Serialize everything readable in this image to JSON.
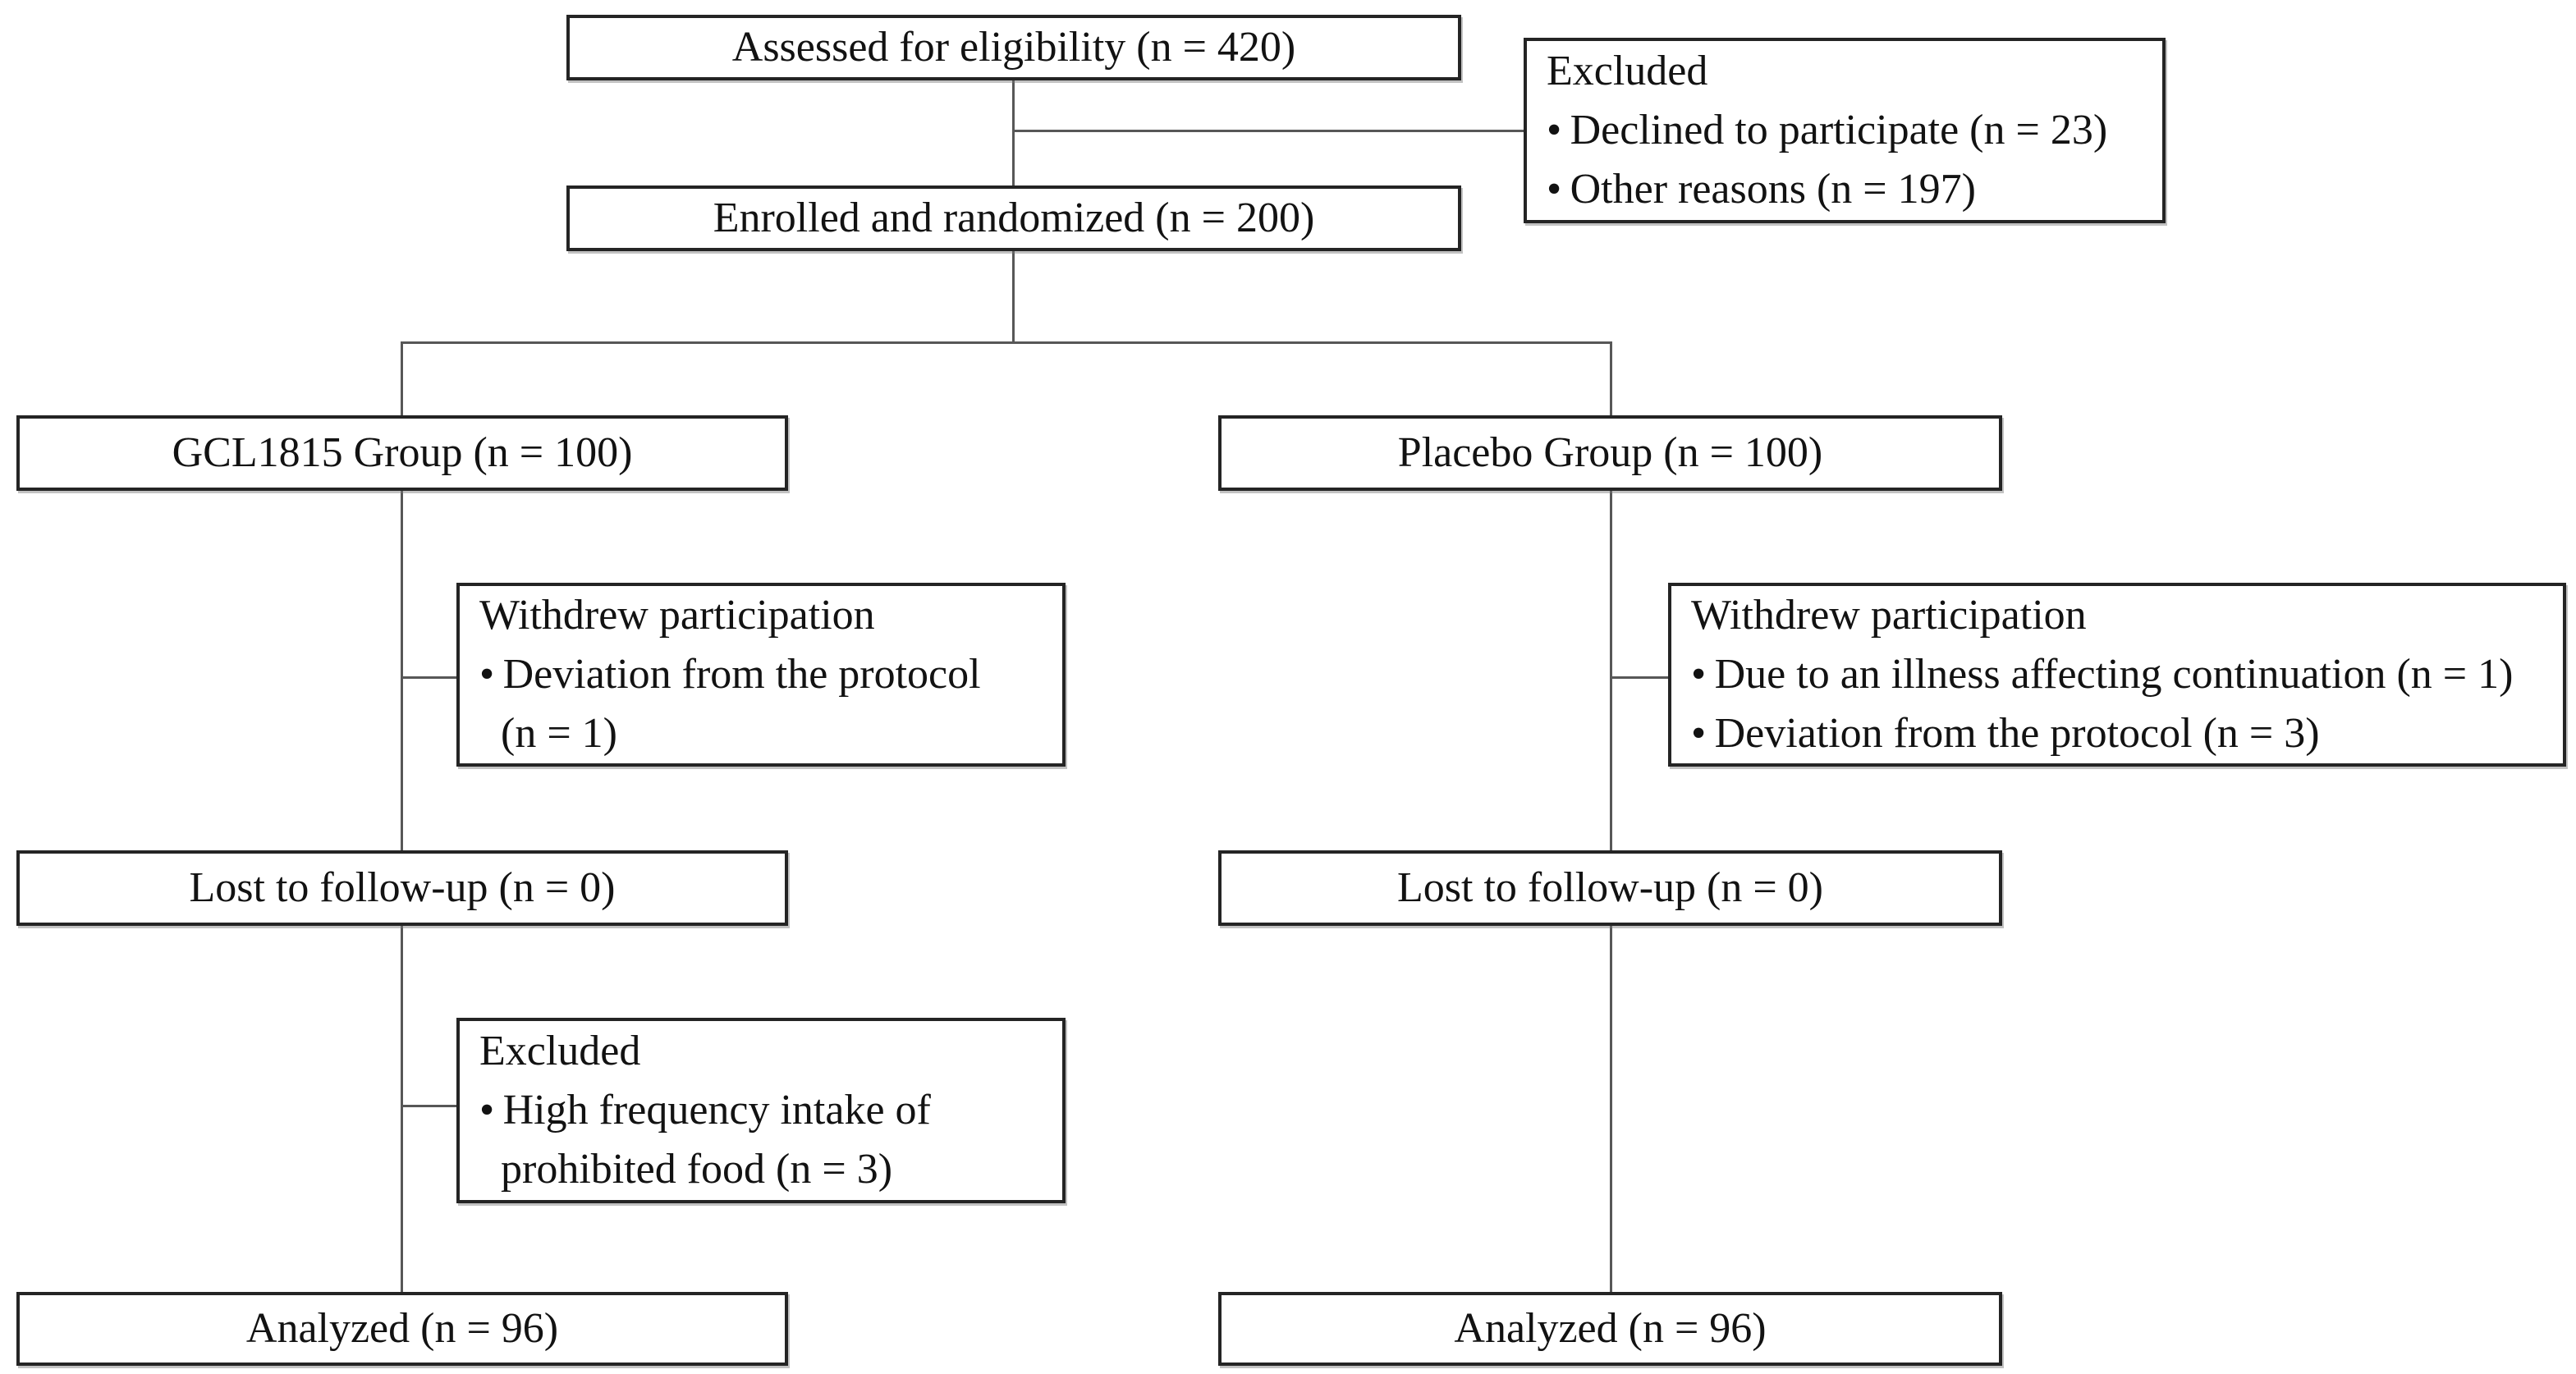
{
  "diagram": {
    "assessed": {
      "label": "Assessed for eligibility (n = 420)"
    },
    "excluded_screening": {
      "title": "Excluded",
      "bullets": [
        "• Declined to participate (n = 23)",
        "• Other reasons (n = 197)"
      ]
    },
    "enrolled": {
      "label": "Enrolled and randomized (n = 200)"
    },
    "gcl_group": {
      "label": "GCL1815 Group (n = 100)"
    },
    "placebo_group": {
      "label": "Placebo Group (n = 100)"
    },
    "gcl_withdrew": {
      "title": "Withdrew participation",
      "bullets": [
        "• Deviation from the protocol\n (n = 1)"
      ]
    },
    "placebo_withdrew": {
      "title": "Withdrew participation",
      "bullets": [
        "• Due to an illness affecting continuation (n = 1)",
        "• Deviation from the protocol (n = 3)"
      ]
    },
    "gcl_lost": {
      "label": "Lost to follow-up (n = 0)"
    },
    "placebo_lost": {
      "label": "Lost to follow-up (n = 0)"
    },
    "gcl_excluded": {
      "title": "Excluded",
      "bullets": [
        "• High frequency intake of\n prohibited food (n = 3)"
      ]
    },
    "gcl_analyzed": {
      "label": "Analyzed (n = 96)"
    },
    "placebo_analyzed": {
      "label": "Analyzed (n = 96)"
    }
  }
}
